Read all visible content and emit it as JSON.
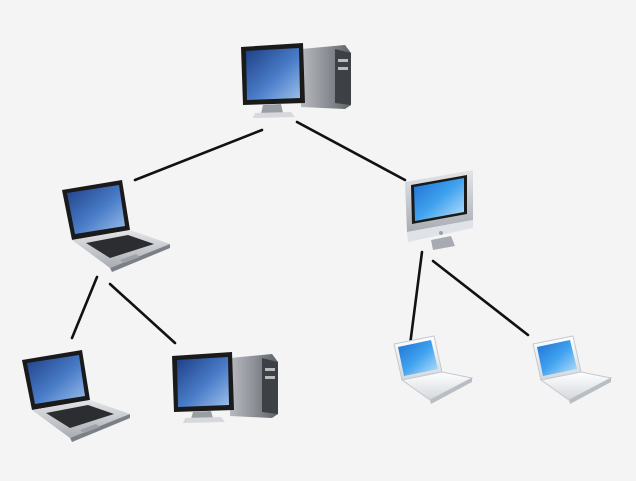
{
  "diagram": {
    "type": "network-tree",
    "background": "#f4f4f4",
    "nodes": [
      {
        "id": "root",
        "kind": "desktop-tower",
        "icon": "desktop-computer-icon"
      },
      {
        "id": "left-mid",
        "kind": "laptop-dark",
        "icon": "laptop-icon"
      },
      {
        "id": "right-mid",
        "kind": "all-in-one",
        "icon": "all-in-one-computer-icon"
      },
      {
        "id": "left-leaf-1",
        "kind": "laptop-dark",
        "icon": "laptop-icon"
      },
      {
        "id": "left-leaf-2",
        "kind": "desktop-tower",
        "icon": "desktop-computer-icon"
      },
      {
        "id": "right-leaf-1",
        "kind": "laptop-white",
        "icon": "white-laptop-icon"
      },
      {
        "id": "right-leaf-2",
        "kind": "laptop-white",
        "icon": "white-laptop-icon"
      }
    ],
    "edges": [
      {
        "from": "root",
        "to": "left-mid"
      },
      {
        "from": "root",
        "to": "right-mid"
      },
      {
        "from": "left-mid",
        "to": "left-leaf-1"
      },
      {
        "from": "left-mid",
        "to": "left-leaf-2"
      },
      {
        "from": "right-mid",
        "to": "right-leaf-1"
      },
      {
        "from": "right-mid",
        "to": "right-leaf-2"
      }
    ],
    "colors": {
      "line": "#111111",
      "screen": "#2c5aa0",
      "screen_bright": "#2f8fe0",
      "tower": "#8a8d93",
      "bezel": "#1c1c1c",
      "silver": "#c9ccd1",
      "white_body": "#f2f4f6"
    }
  }
}
